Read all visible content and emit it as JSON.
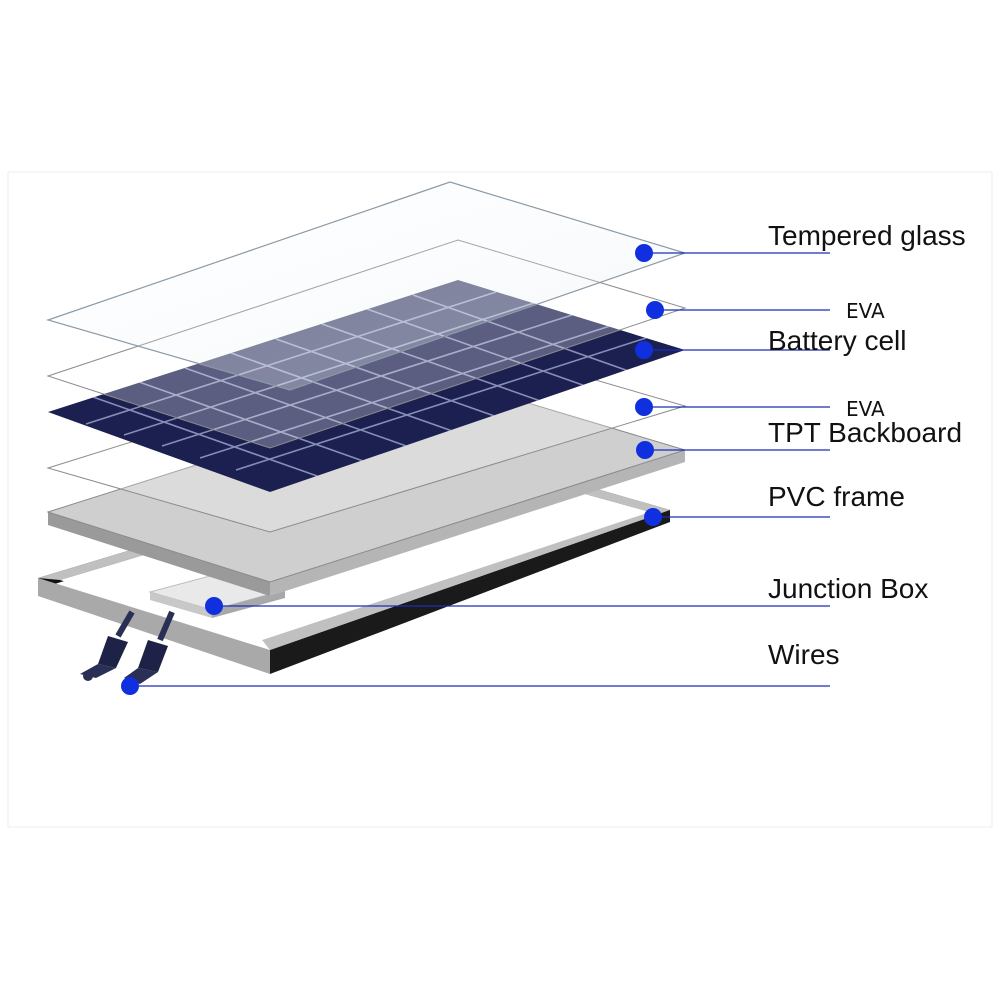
{
  "labels": {
    "tempered_glass": "Tempered glass",
    "eva_top": "EVA",
    "battery_cell": "Battery cell",
    "eva_bottom": "EVA",
    "tpt_backboard": "TPT Backboard",
    "pvc_frame": "PVC frame",
    "junction_box": "Junction Box",
    "wires": "Wires"
  },
  "colors": {
    "leader_line": "#1a2fb8",
    "marker_dot": "#1030e0",
    "cell_dark": "#1c2050",
    "backboard": "#cfcfcf",
    "frame_dark": "#1a1a1a",
    "frame_light": "#b0b0b0"
  },
  "icons": [
    "connector-plug-icon",
    "connector-plug-icon"
  ]
}
